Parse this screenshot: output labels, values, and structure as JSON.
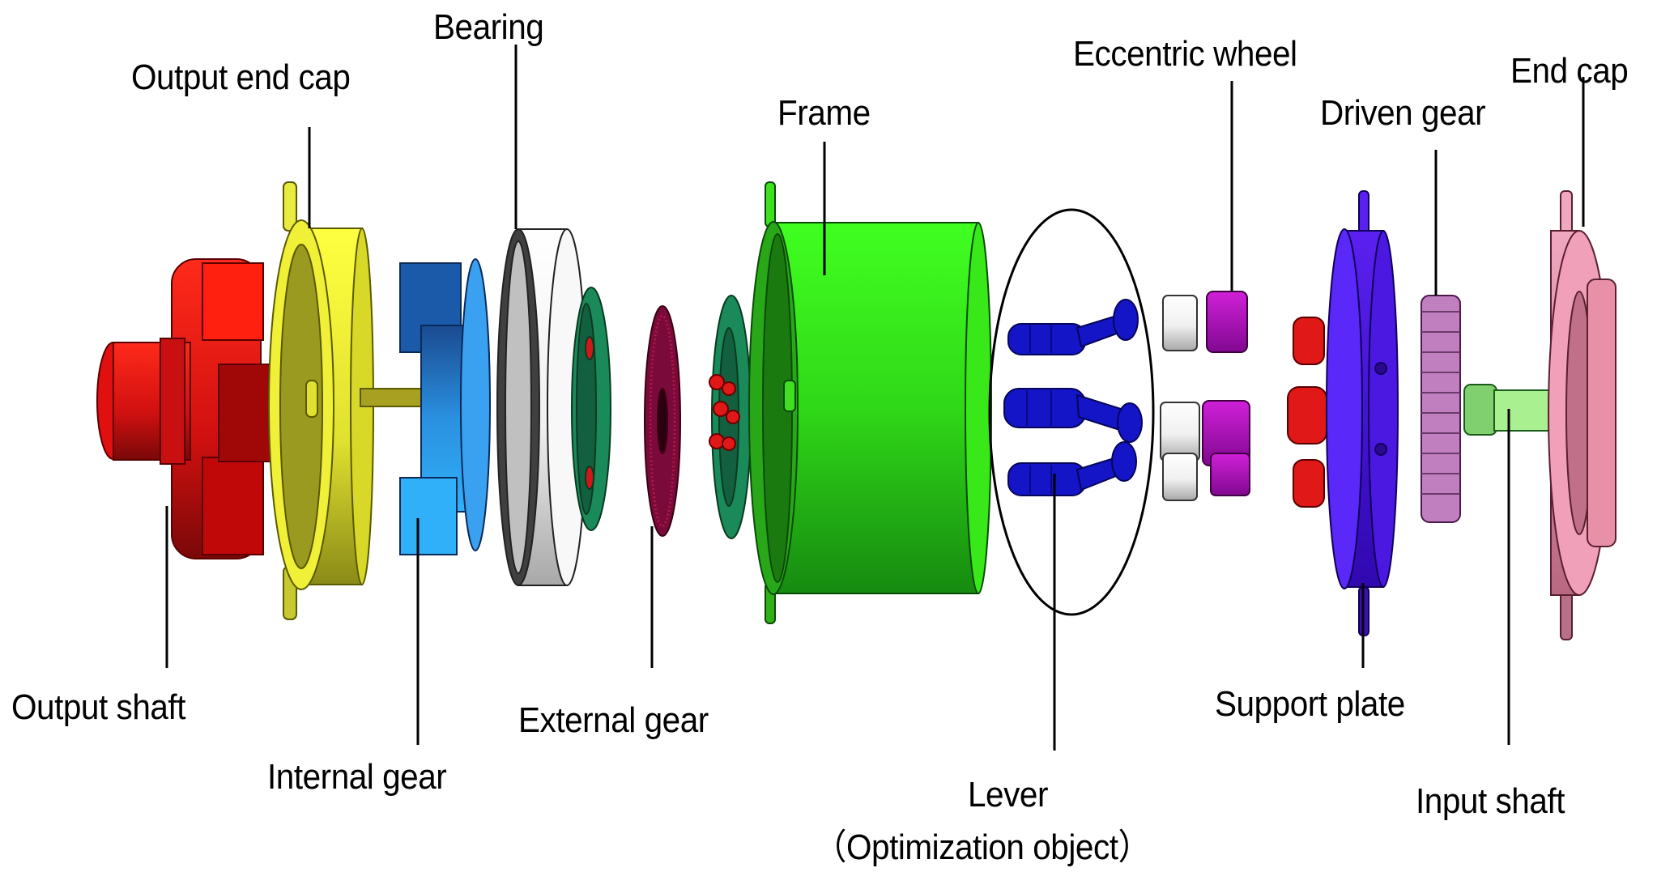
{
  "figure": {
    "title": "Exploded view of reducer assembly",
    "highlight_note": "Lever (Optimization object)"
  },
  "labels": {
    "output_end_cap": "Output end cap",
    "bearing": "Bearing",
    "frame": "Frame",
    "eccentric_wheel": "Eccentric wheel",
    "end_cap": "End cap",
    "driven_gear": "Driven gear",
    "output_shaft": "Output shaft",
    "internal_gear": "Internal gear",
    "external_gear": "External gear",
    "lever": "Lever",
    "lever_note": "（Optimization object）",
    "support_plate": "Support plate",
    "input_shaft": "Input shaft"
  },
  "colors": {
    "output_shaft": "#e81010",
    "output_end_cap": "#eeee30",
    "internal_gear": "#1e90e0",
    "bearing": "#f4f4f4",
    "carrier_disc": "#1a8a5a",
    "external_gear": "#7a0a3a",
    "frame": "#33e010",
    "lever": "#1010c8",
    "eccentric_wheel": "#b010b8",
    "roller": "#eaeaea",
    "support_plate": "#4a10d8",
    "driven_gear": "#c080c0",
    "input_shaft": "#90e080",
    "end_cap": "#e898b0",
    "bolt": "#d01818"
  }
}
